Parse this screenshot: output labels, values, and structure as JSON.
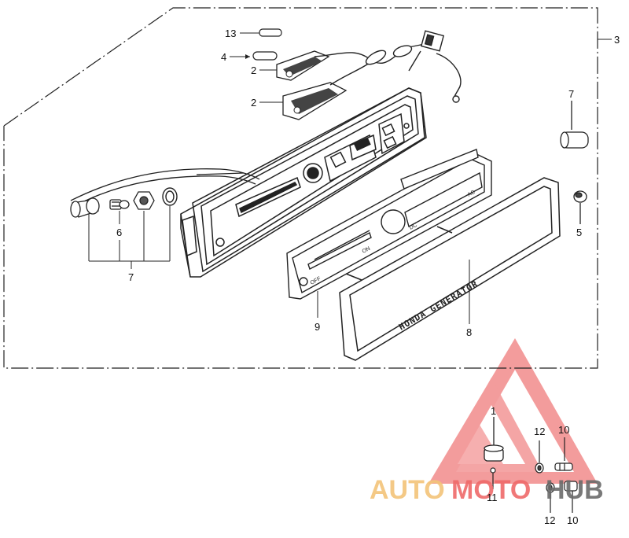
{
  "callouts": {
    "c13": "13",
    "c4": "4",
    "c2a": "2",
    "c2b": "2",
    "c3": "3",
    "c7a": "7",
    "c6": "6",
    "c7b": "7",
    "c5": "5",
    "c9": "9",
    "c8": "8",
    "c1": "1",
    "c12a": "12",
    "c10a": "10",
    "c11": "11",
    "c12b": "12",
    "c10b": "10"
  },
  "panel_text": {
    "brand": "HONDA  GENERATOR",
    "label_ac": "AC",
    "label_dc": "DC",
    "label_on": "ON",
    "label_off": "OFF"
  },
  "watermark": {
    "part1": "AUTO",
    "part2": "MOTO",
    "part3": "HUB",
    "color_auto": "#f3c479",
    "color_moto": "#ef6a6a",
    "color_hub": "#6b6b6b"
  }
}
